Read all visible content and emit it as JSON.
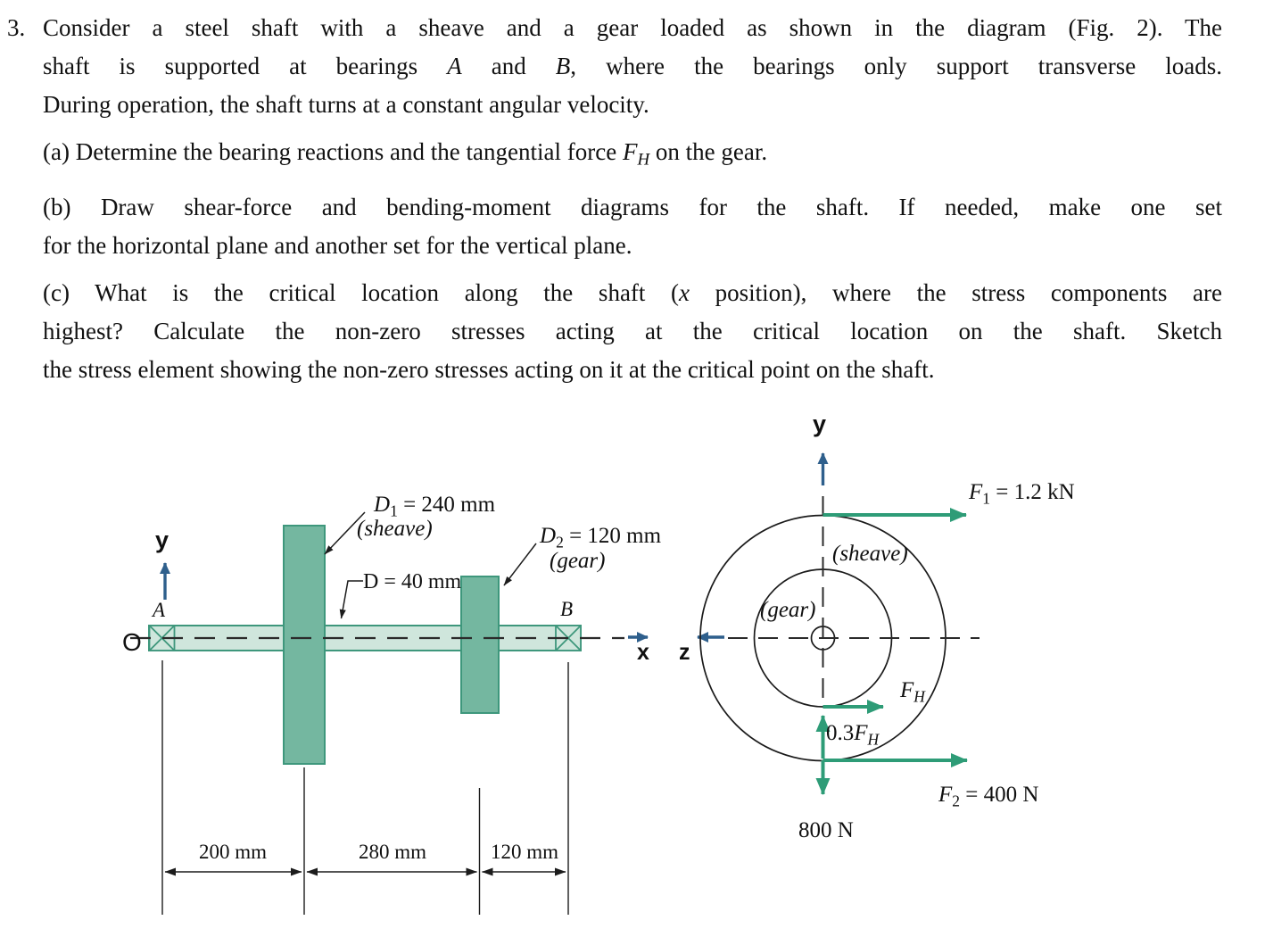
{
  "colors": {
    "shaft_fill": "#cfe6dc",
    "component_fill": "#74b7a0",
    "component_outline": "#3e977c",
    "force_arrow_green": "#2e9c77",
    "axis_arrow_blue": "#2e5f8c",
    "line_color": "#1c1c1c"
  },
  "problem": {
    "number": "3.",
    "lines": {
      "i1": "Consider a steel shaft with a sheave and a gear loaded as shown in the diagram (Fig. 2). The",
      "i2a": "shaft is supported at bearings ",
      "i2b": "A",
      "i2c": " and ",
      "i2d": "B",
      "i2e": ", where the bearings only support transverse loads.",
      "i3": "During operation, the shaft turns at a constant angular velocity.",
      "a1a": "(a) Determine the bearing reactions and the tangential force ",
      "a1b": "F",
      "a1c": "H",
      "a1d": " on the gear.",
      "b1": "(b) Draw shear-force and bending-moment diagrams for the shaft.  If needed, make one set",
      "b2": "for the horizontal plane and another set for the vertical plane.",
      "c1a": "(c) What is the critical location along the shaft (",
      "c1b": "x",
      "c1c": " position), where the stress components are",
      "c2": "highest?  Calculate the non-zero stresses acting at the critical location on the shaft.  Sketch",
      "c3": "the stress element showing the non-zero stresses acting on it at the critical point on the shaft."
    }
  },
  "side_view": {
    "axis_y": "y",
    "origin": "O",
    "bearing_a": "A",
    "bearing_b": "B",
    "axis_x": "x",
    "sheave_dim": {
      "sym": "D",
      "sub": "1",
      "val": " = 240 mm"
    },
    "sheave_name": "(sheave)",
    "gear_dim": {
      "sym": "D",
      "sub": "2",
      "val": " = 120 mm"
    },
    "gear_name": "(gear)",
    "shaft_dim": "D = 40 mm",
    "dim_200": "200 mm",
    "dim_280": "280 mm",
    "dim_120": "120 mm"
  },
  "end_view": {
    "axis_y": "y",
    "axis_z": "z",
    "sheave_name": "(sheave)",
    "gear_name": "(gear)",
    "f1": {
      "sym": "F",
      "sub": "1",
      "val": " = 1.2 kN"
    },
    "fh": {
      "sym": "F",
      "sub": "H"
    },
    "fh_03": {
      "pre": "0.3",
      "sym": "F",
      "sub": "H"
    },
    "f2": {
      "sym": "F",
      "sub": "2",
      "val": " = 400 N"
    },
    "n800": "800 N"
  }
}
